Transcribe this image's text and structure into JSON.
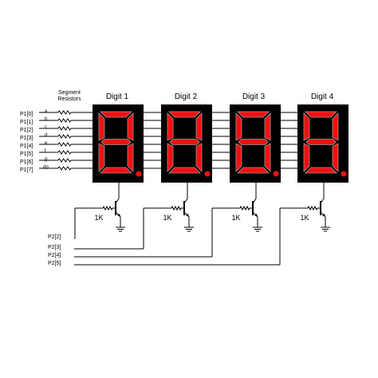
{
  "header": {
    "resistor_title_line1": "Segment",
    "resistor_title_line2": "Resistors"
  },
  "digits": [
    {
      "label": "Digit 1",
      "transistor_resistor": "1K",
      "port": "P2[2]"
    },
    {
      "label": "Digit 2",
      "transistor_resistor": "1K",
      "port": "P2[3]"
    },
    {
      "label": "Digit 3",
      "transistor_resistor": "1K",
      "port": "P2[4]"
    },
    {
      "label": "Digit 4",
      "transistor_resistor": "1K",
      "port": "P2[5]"
    }
  ],
  "segments": [
    {
      "port": "P1[0]",
      "letter": "a"
    },
    {
      "port": "P1[1]",
      "letter": "b"
    },
    {
      "port": "P1[2]",
      "letter": "c"
    },
    {
      "port": "P1[3]",
      "letter": "d"
    },
    {
      "port": "P1[4]",
      "letter": "e"
    },
    {
      "port": "P1[5]",
      "letter": "f"
    },
    {
      "port": "P1[6]",
      "letter": "g"
    },
    {
      "port": "P1[7]",
      "letter": "dp"
    }
  ],
  "colors": {
    "display_background": "#000000",
    "segment_on": "#ee1111",
    "segment_edge": "#999999",
    "wire": "#000000"
  }
}
